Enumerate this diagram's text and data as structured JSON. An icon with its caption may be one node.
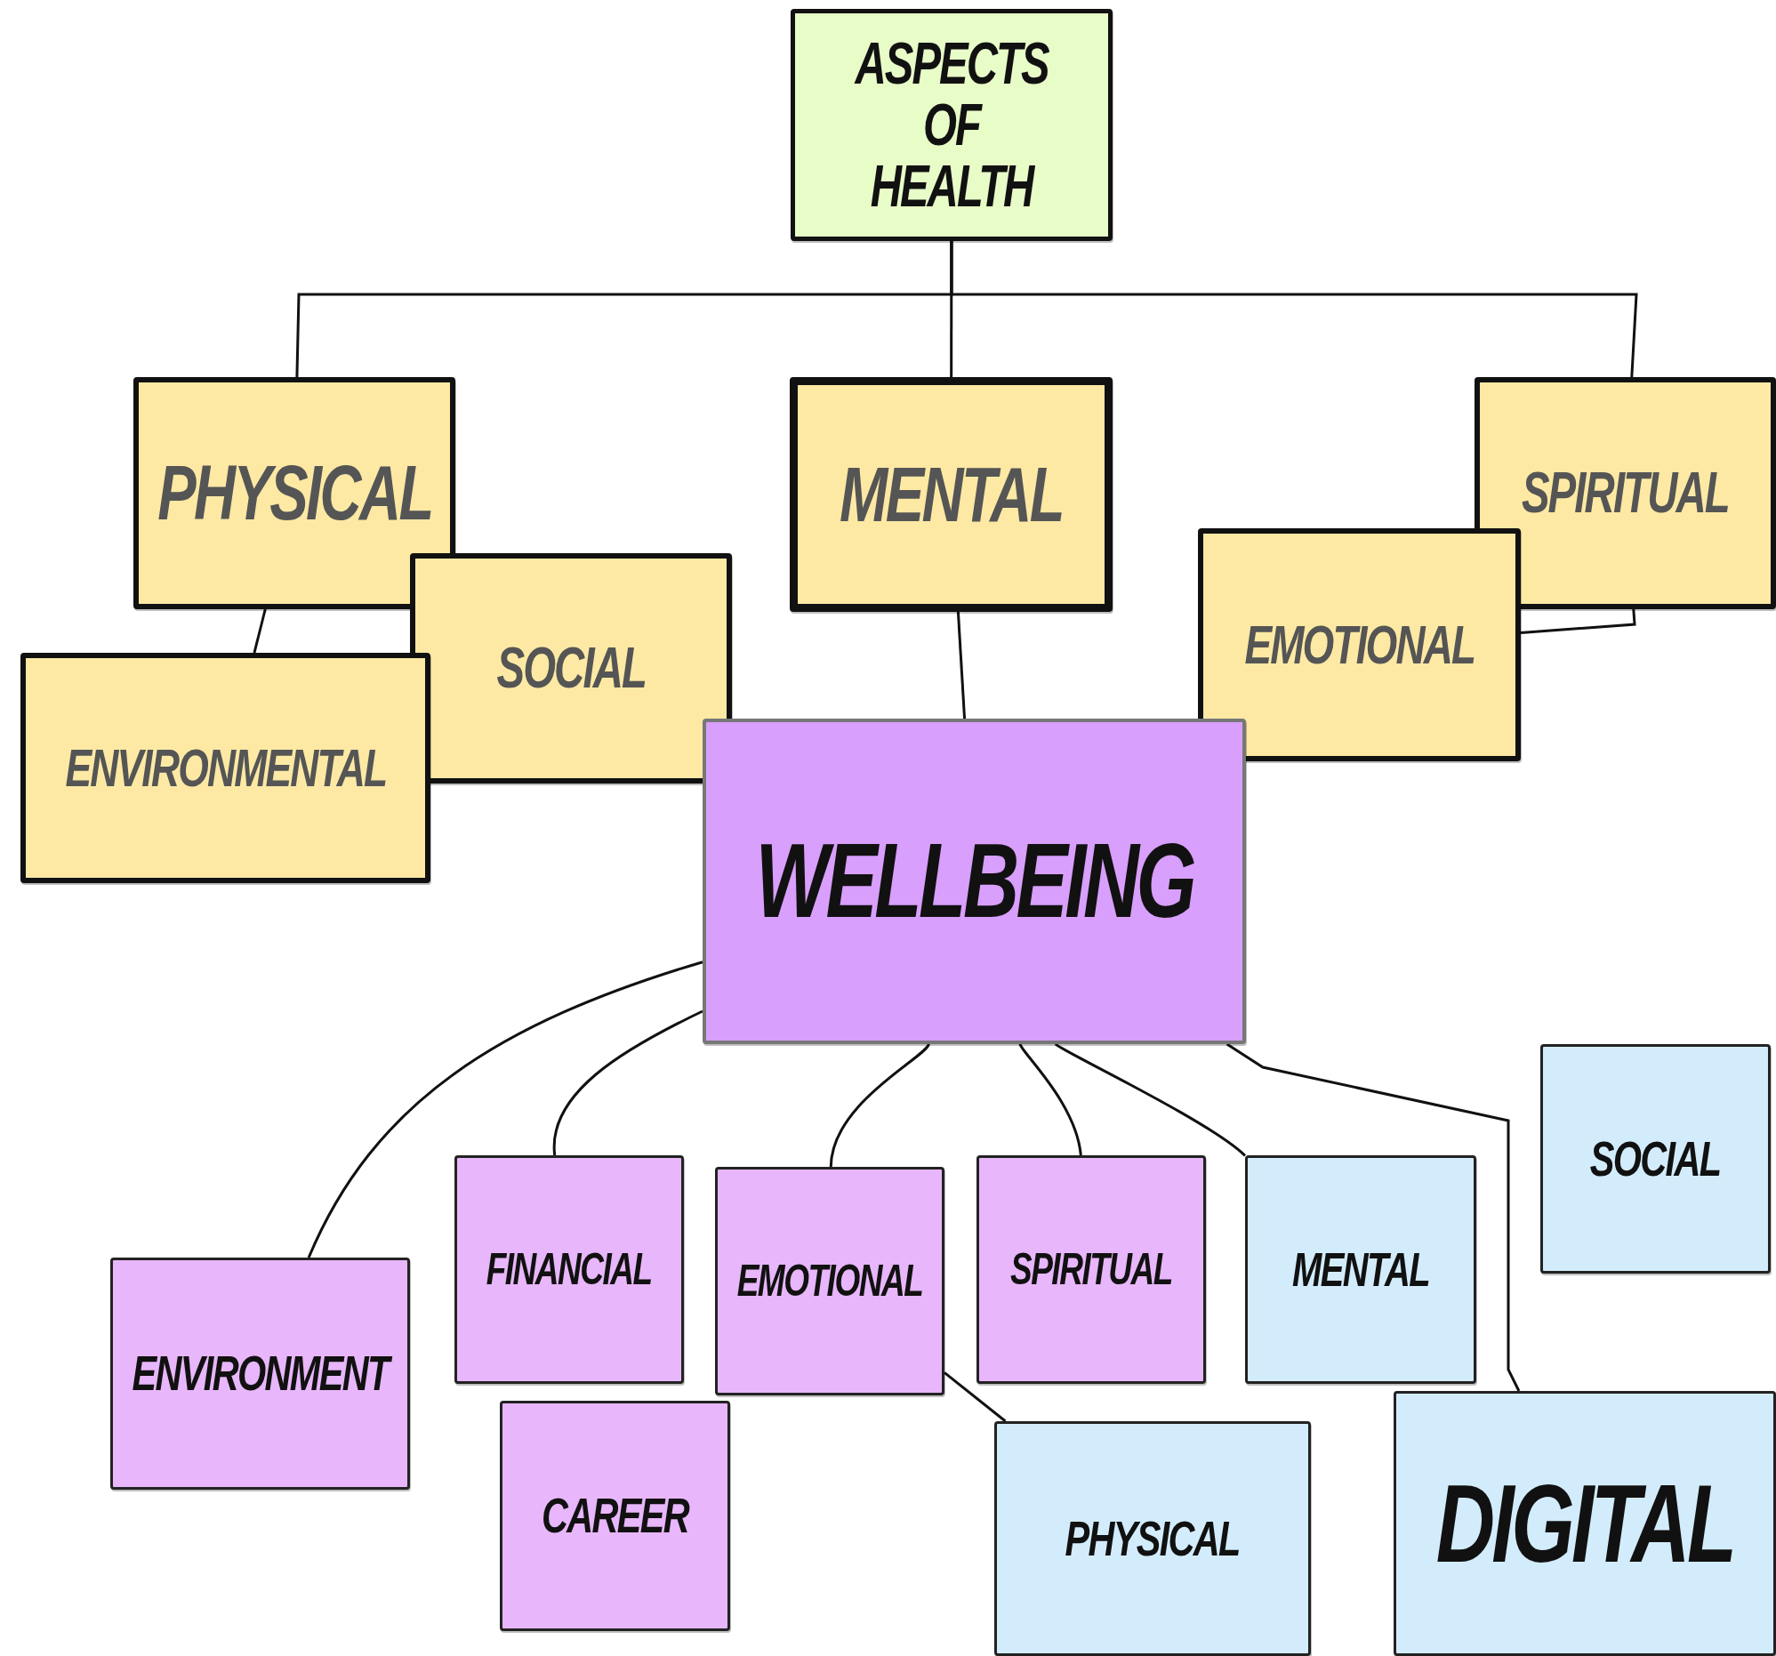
{
  "diagram": {
    "nodes": [
      {
        "text": [
          "ASPECTS OF HEALTH"
        ]
      },
      {
        "text": [
          "PHYSICAL"
        ]
      },
      {
        "text": [
          "MENTAL"
        ]
      },
      {
        "text": [
          "SPIRITUAL"
        ]
      },
      {
        "text": [
          "SOCIAL"
        ]
      },
      {
        "text": [
          "ENVIRONMENTAL"
        ]
      },
      {
        "text": [
          "EMOTIONAL"
        ]
      },
      {
        "text": [
          "WELLBEING"
        ]
      },
      {
        "text": [
          "ENVIRONMENT"
        ]
      },
      {
        "text": [
          "FINANCIAL"
        ]
      },
      {
        "text": [
          "EMOTIONAL"
        ]
      },
      {
        "text": [
          "SPIRITUAL"
        ]
      },
      {
        "text": [
          "MENTAL"
        ]
      },
      {
        "text": [
          "SOCIAL"
        ]
      },
      {
        "text": [
          "CAREER"
        ]
      },
      {
        "text": [
          "PHYSICAL"
        ]
      },
      {
        "text": [
          "DIGITAL"
        ]
      }
    ],
    "edges": [
      {
        "from": 0,
        "to": 1,
        "arrow": "none"
      },
      {
        "from": 0,
        "to": 2,
        "arrow": "none"
      },
      {
        "from": 0,
        "to": 3,
        "arrow": "none"
      },
      {
        "from": 1,
        "to": 5,
        "arrow": "none"
      },
      {
        "from": 6,
        "to": 3,
        "arrow": "none"
      },
      {
        "from": 2,
        "to": 7,
        "arrow": "none"
      },
      {
        "from": 7,
        "to": 8,
        "arrow": "none"
      },
      {
        "from": 7,
        "to": 9,
        "arrow": "none"
      },
      {
        "from": 7,
        "to": 10,
        "arrow": "none"
      },
      {
        "from": 7,
        "to": 11,
        "arrow": "none"
      },
      {
        "from": 7,
        "to": 12,
        "arrow": "none"
      },
      {
        "from": 7,
        "to": 16,
        "arrow": "none"
      },
      {
        "from": 10,
        "to": 15,
        "arrow": "none"
      }
    ]
  }
}
